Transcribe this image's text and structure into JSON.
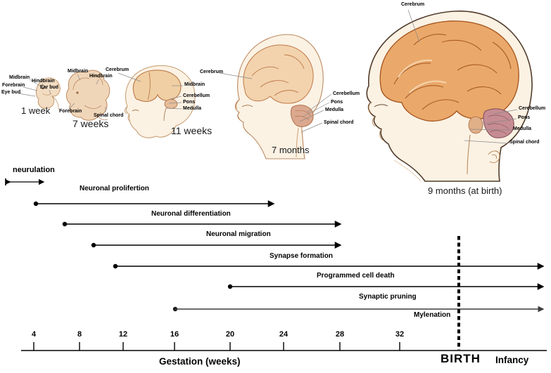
{
  "stages": [
    {
      "caption": "1 week",
      "labels": {
        "midbrain": "Midbrain",
        "forebrain": "Forebrain",
        "eye_bud": "Eye bud",
        "hindbrain": "Hindbrain",
        "ear_bud": "Ear bud"
      }
    },
    {
      "caption": "7 weeks",
      "labels": {
        "midbrain": "Midbrain",
        "hindbrain": "Hindbrain",
        "forebrain": "Forebrain",
        "spinal_chord": "Spinal chord"
      }
    },
    {
      "caption": "11 weeks",
      "labels": {
        "cerebrum": "Cerebrum",
        "midbrain": "Midbrain",
        "cerebellum": "Cerebellum",
        "pons": "Pons",
        "medulla": "Medulla"
      }
    },
    {
      "caption": "7 months",
      "labels": {
        "cerebrum": "Cerebrum",
        "cerebellum": "Cerebellum",
        "pons": "Pons",
        "medulla": "Medulla",
        "spinal_chord": "Spinal chord"
      }
    },
    {
      "caption": "9 months (at birth)",
      "labels": {
        "cerebrum": "Cerebrum",
        "cerebellum": "Cerebellum",
        "pons": "Pons",
        "medulla": "Medulla",
        "spinal_chord": "Spinal chord"
      }
    }
  ],
  "timeline": {
    "neurulation_label": "neurulation",
    "processes": [
      {
        "label": "Neuronal prolifertion",
        "approx_start_week": 4,
        "approx_end_week": 24
      },
      {
        "label": "Neuronal differentiation",
        "approx_start_week": 7,
        "approx_end_week": 28
      },
      {
        "label": "Neuronal migration",
        "approx_start_week": 9,
        "approx_end_week": 28
      },
      {
        "label": "Synapse formation",
        "approx_start_week": 11,
        "approx_end_week": "beyond birth"
      },
      {
        "label": "Programmed cell death",
        "approx_start_week": 20,
        "approx_end_week": "beyond birth"
      },
      {
        "label": "Synaptic pruning",
        "approx_start_week": 16,
        "approx_end_week": "beyond birth"
      },
      {
        "label": "Mylenation",
        "approx_start_week": null,
        "approx_end_week": null
      }
    ],
    "axis": {
      "tick_labels": [
        "4",
        "8",
        "12",
        "16",
        "20",
        "24",
        "28",
        "32"
      ],
      "xlabel": "Gestation (weeks)",
      "birth_label": "BIRTH",
      "infancy_label": "Infancy"
    }
  },
  "colors": {
    "background": "#ffffff",
    "text": "#000000",
    "timeline_line": "#000000",
    "pruning_line": "#4d4d4d",
    "brain_tan": "#f0cfa4",
    "brain_orange": "#eaa96b",
    "cerebellum_pink": "#c68c93",
    "skin": "#fbf2e4",
    "outline_brown": "#b5713d"
  }
}
